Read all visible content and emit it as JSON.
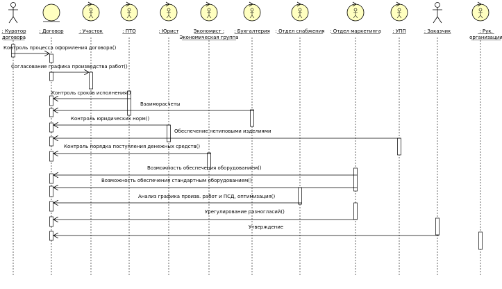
{
  "lifelines": [
    {
      "id": "kurator",
      "kind": "actor",
      "name_lines": [
        ": Куратор",
        "договора"
      ],
      "underline": [
        true,
        true
      ]
    },
    {
      "id": "dogovor",
      "kind": "entity",
      "name_lines": [
        ": Договор"
      ],
      "underline": [
        true
      ]
    },
    {
      "id": "uchastok",
      "kind": "control",
      "name_lines": [
        ": Участок"
      ],
      "underline": [
        true
      ]
    },
    {
      "id": "pto",
      "kind": "control",
      "name_lines": [
        ": ПТО"
      ],
      "underline": [
        true
      ]
    },
    {
      "id": "yurist",
      "kind": "control",
      "name_lines": [
        ": Юрист"
      ],
      "underline": [
        true
      ]
    },
    {
      "id": "economist",
      "kind": "control",
      "name_lines": [
        "Экономист :",
        "Экономическая группа"
      ],
      "underline": [
        true,
        true
      ]
    },
    {
      "id": "buh",
      "kind": "control",
      "name_lines": [
        ": Бухгалтерия"
      ],
      "underline": [
        true
      ]
    },
    {
      "id": "snab",
      "kind": "control",
      "name_lines": [
        ": Отдел снабжения"
      ],
      "underline": [
        true
      ]
    },
    {
      "id": "market",
      "kind": "control",
      "name_lines": [
        ": Отдел маркетинга"
      ],
      "underline": [
        true
      ]
    },
    {
      "id": "upp",
      "kind": "control",
      "name_lines": [
        ": УПП"
      ],
      "underline": [
        true
      ]
    },
    {
      "id": "zakazchik",
      "kind": "actor",
      "name_lines": [
        ": Заказчик"
      ],
      "underline": [
        true
      ]
    },
    {
      "id": "ruk",
      "kind": "control",
      "name_lines": [
        ": Рук.",
        "организации"
      ],
      "underline": [
        true,
        true
      ]
    }
  ],
  "messages": [
    {
      "from": "kurator",
      "to": "dogovor",
      "label": "Контроль процесса оформления договора()"
    },
    {
      "from": "dogovor",
      "to": "uchastok",
      "label": "Согласование графика производства работ()"
    },
    {
      "from": "pto",
      "to": "dogovor",
      "label": "Контроль сроков исполнения()"
    },
    {
      "from": "buh",
      "to": "dogovor",
      "label": "Взаиморасчеты"
    },
    {
      "from": "yurist",
      "to": "dogovor",
      "label": "Контроль юридических норм()"
    },
    {
      "from": "upp",
      "to": "dogovor",
      "label": "Обеспечение нетиповыми изделиями"
    },
    {
      "from": "economist",
      "to": "dogovor",
      "label": "Контроль порядка поступления денежных средств()"
    },
    {
      "from": "market",
      "to": "dogovor",
      "label": "Возможность обеспечения оборудованием()"
    },
    {
      "from": "market",
      "to": "dogovor",
      "label": "Возможность обеспечения стандартным оборудованием()"
    },
    {
      "from": "snab",
      "to": "dogovor",
      "label": "Анализ графика произв. работ и ПСД, оптимизация()"
    },
    {
      "from": "market",
      "to": "dogovor",
      "label": "Урегулирование разногласий()"
    },
    {
      "from": "zakazchik",
      "to": "dogovor",
      "label": "Утверждение"
    }
  ],
  "colors": {
    "line": "#000000",
    "control_fill": "#ffffc0",
    "entity_fill": "#ffffc0",
    "box_fill": "#ffffff"
  }
}
